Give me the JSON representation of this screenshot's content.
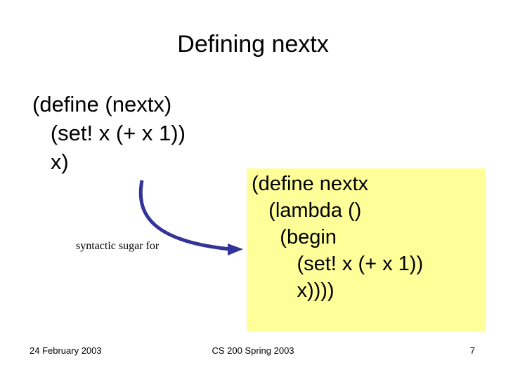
{
  "slide": {
    "title": "Defining nextx",
    "code_left": "(define (nextx)\n   (set! x (+ x 1))\n   x)",
    "code_right": "(define nextx\n   (lambda ()\n     (begin\n        (set! x (+ x 1))\n        x))))",
    "annotation": "syntactic sugar for",
    "highlight_color": "#ffff99",
    "arrow_color": "#333399"
  },
  "footer": {
    "date": "24 February 2003",
    "course": "CS 200 Spring 2003",
    "page_number": "7"
  }
}
